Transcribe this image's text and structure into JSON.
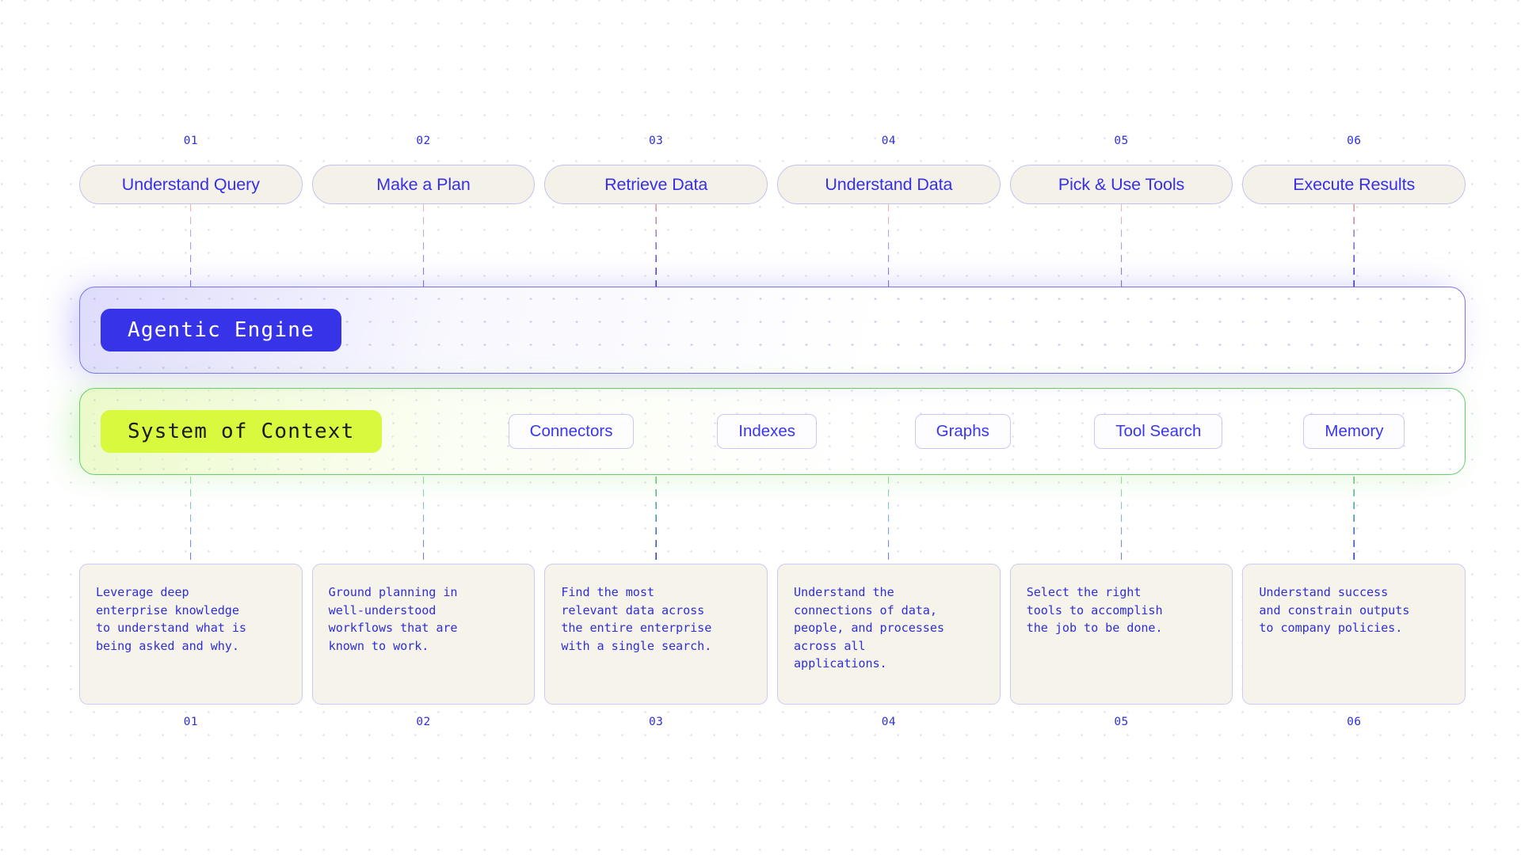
{
  "diagram": {
    "title": "Agentic Engine and System of Context pipeline",
    "colors": {
      "accent_blue": "#3733e8",
      "text_blue": "#2f2fd6",
      "lime": "#d9f93f",
      "green_border": "#63cf6d",
      "purple_border": "#7b74ec",
      "card_cream": "#f6f3ea",
      "pill_cream": "#f4f1e8"
    }
  },
  "steps": [
    {
      "number": "01",
      "label": "Understand Query",
      "description": "Leverage deep\nenterprise knowledge\nto understand what is\nbeing asked and why."
    },
    {
      "number": "02",
      "label": "Make a Plan",
      "description": "Ground planning in\nwell-understood\nworkflows that are\nknown to work."
    },
    {
      "number": "03",
      "label": "Retrieve Data",
      "description": "Find the most\nrelevant data across\nthe entire enterprise\nwith a single search."
    },
    {
      "number": "04",
      "label": "Understand Data",
      "description": "Understand the\nconnections of data,\npeople, and processes\nacross all\napplications."
    },
    {
      "number": "05",
      "label": "Pick & Use Tools",
      "description": "Select the right\ntools to accomplish\nthe job to be done."
    },
    {
      "number": "06",
      "label": "Execute Results",
      "description": "Understand success\nand constrain outputs\nto company policies."
    }
  ],
  "engine_band": {
    "badge_label": "Agentic Engine"
  },
  "context_band": {
    "badge_label": "System of Context",
    "chips": [
      {
        "label": "Connectors"
      },
      {
        "label": "Indexes"
      },
      {
        "label": "Graphs"
      },
      {
        "label": "Tool Search"
      },
      {
        "label": "Memory"
      }
    ]
  }
}
